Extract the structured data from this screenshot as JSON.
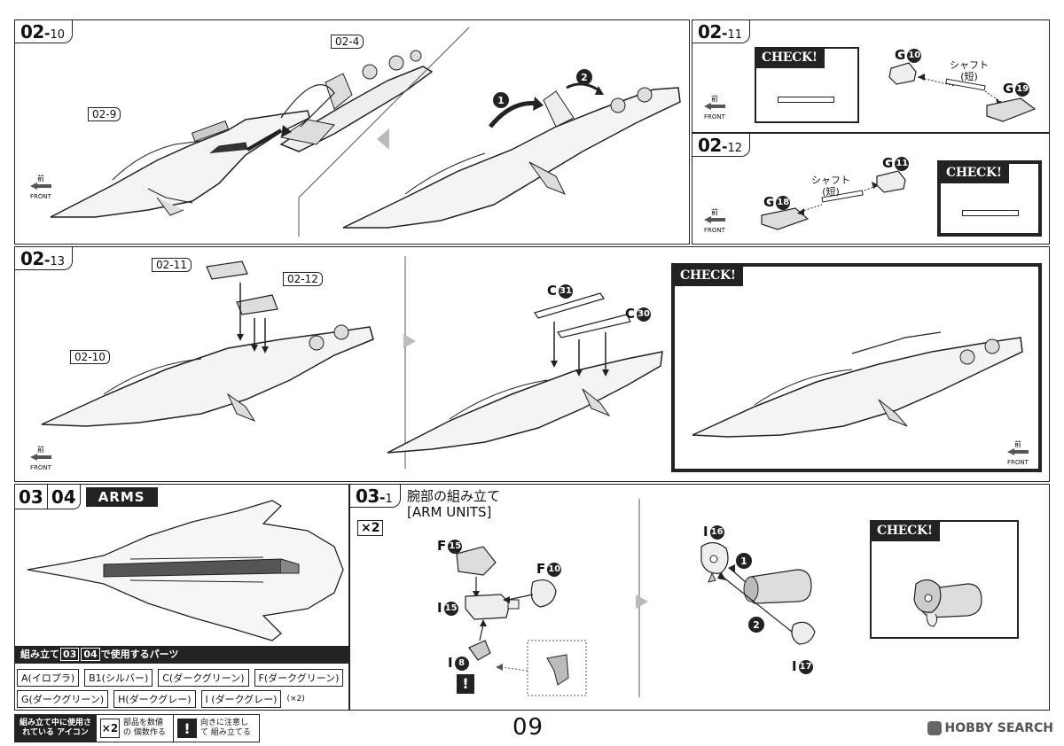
{
  "steps": {
    "s0210": {
      "main": "02",
      "sub": "10",
      "ref_a": {
        "main": "02",
        "sub": "4"
      },
      "ref_b": {
        "main": "02",
        "sub": "9"
      },
      "arrow1": "1",
      "arrow2": "2"
    },
    "s0211": {
      "main": "02",
      "sub": "11",
      "check": "CHECK!",
      "part_a": "G",
      "part_a_num": "10",
      "part_b": "G",
      "part_b_num": "19",
      "shaft": "シャフト",
      "shaft_note": "(短)"
    },
    "s0212": {
      "main": "02",
      "sub": "12",
      "check": "CHECK!",
      "part_a": "G",
      "part_a_num": "11",
      "part_b": "G",
      "part_b_num": "18",
      "shaft": "シャフト",
      "shaft_note": "(短)"
    },
    "s0213": {
      "main": "02",
      "sub": "13",
      "ref_a": {
        "main": "02",
        "sub": "11"
      },
      "ref_b": {
        "main": "02",
        "sub": "12"
      },
      "ref_c": {
        "main": "02",
        "sub": "10"
      },
      "part_a": "C",
      "part_a_num": "31",
      "part_b": "C",
      "part_b_num": "30",
      "check": "CHECK!"
    },
    "s031": {
      "main": "03",
      "sub": "1",
      "title_jp": "腕部の組み立て",
      "title_en": "[ARM UNITS]",
      "mult": "×2",
      "p1": "F",
      "p1n": "15",
      "p2": "F",
      "p2n": "10",
      "p3": "I",
      "p3n": "15",
      "p4": "I",
      "p4n": "8",
      "p5": "I",
      "p5n": "16",
      "p6": "I",
      "p6n": "17",
      "arrow1": "1",
      "arrow2": "2",
      "check": "CHECK!"
    }
  },
  "front_badge": {
    "jp": "前",
    "en": "FRONT"
  },
  "arms": {
    "num_a": "03",
    "num_b": "04",
    "title": "ARMS",
    "parts_head_pre": "組み立て",
    "parts_head_a": "03",
    "parts_head_b": "04",
    "parts_head_post": "で使用するパーツ",
    "parts_row1": [
      {
        "label": "A(イロプラ)",
        "mult": ""
      },
      {
        "label": "B1(シルバー)",
        "mult": ""
      },
      {
        "label": "C(ダークグリーン)",
        "mult": ""
      },
      {
        "label": "F(ダークグリーン)",
        "mult": "(×2)"
      }
    ],
    "parts_row2": [
      {
        "label": "G(ダークグリーン)",
        "mult": ""
      },
      {
        "label": "H(ダークグレー)",
        "mult": ""
      },
      {
        "label": "I (ダークグレー)",
        "mult": "(×2)"
      }
    ]
  },
  "legend": {
    "title": "組み立て中に使用されている アイコン",
    "x2_icon": "×2",
    "x2_text": "部品を数値の 個数作る",
    "excl_icon": "!",
    "excl_text": "向きに注意して 組み立てる"
  },
  "page_number": "09",
  "watermark": "HOBBY SEARCH"
}
